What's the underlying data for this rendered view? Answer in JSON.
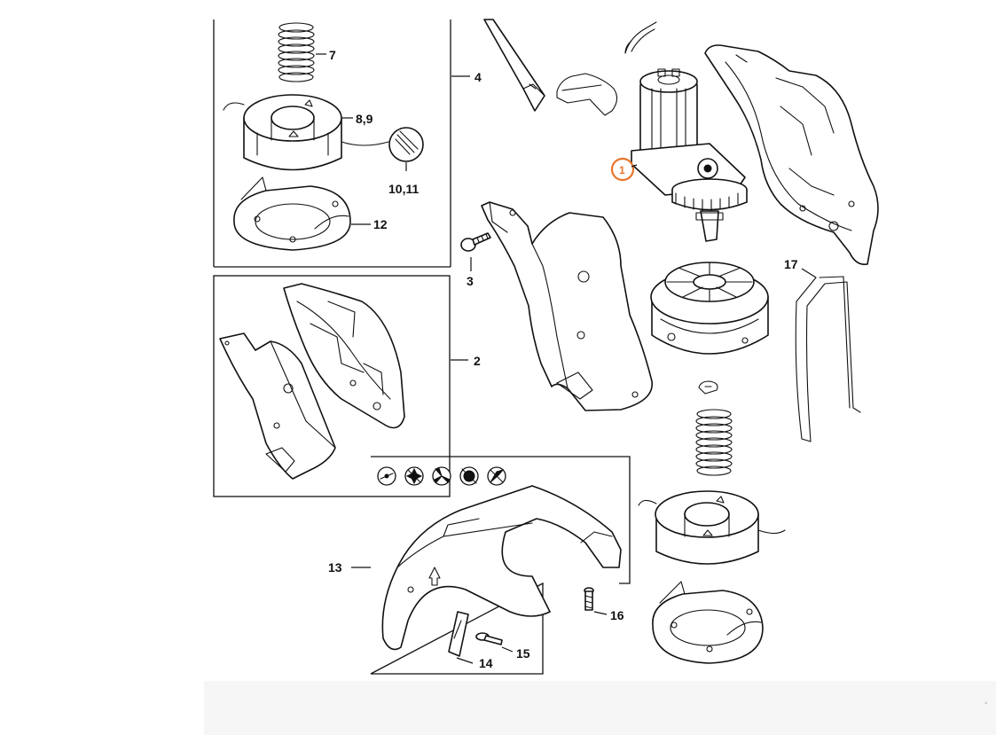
{
  "diagram": {
    "callouts": {
      "c1": "1",
      "c2": "2",
      "c3": "3",
      "c4": "4",
      "c7": "7",
      "c8_9": "8,9",
      "c10_11": "10,11",
      "c12": "12",
      "c13": "13",
      "c14": "14",
      "c15": "15",
      "c16": "16",
      "c17": "17"
    },
    "highlight_color": "#e8742a",
    "line_color": "#111111"
  },
  "footer": {
    "corner_mark": "°"
  }
}
